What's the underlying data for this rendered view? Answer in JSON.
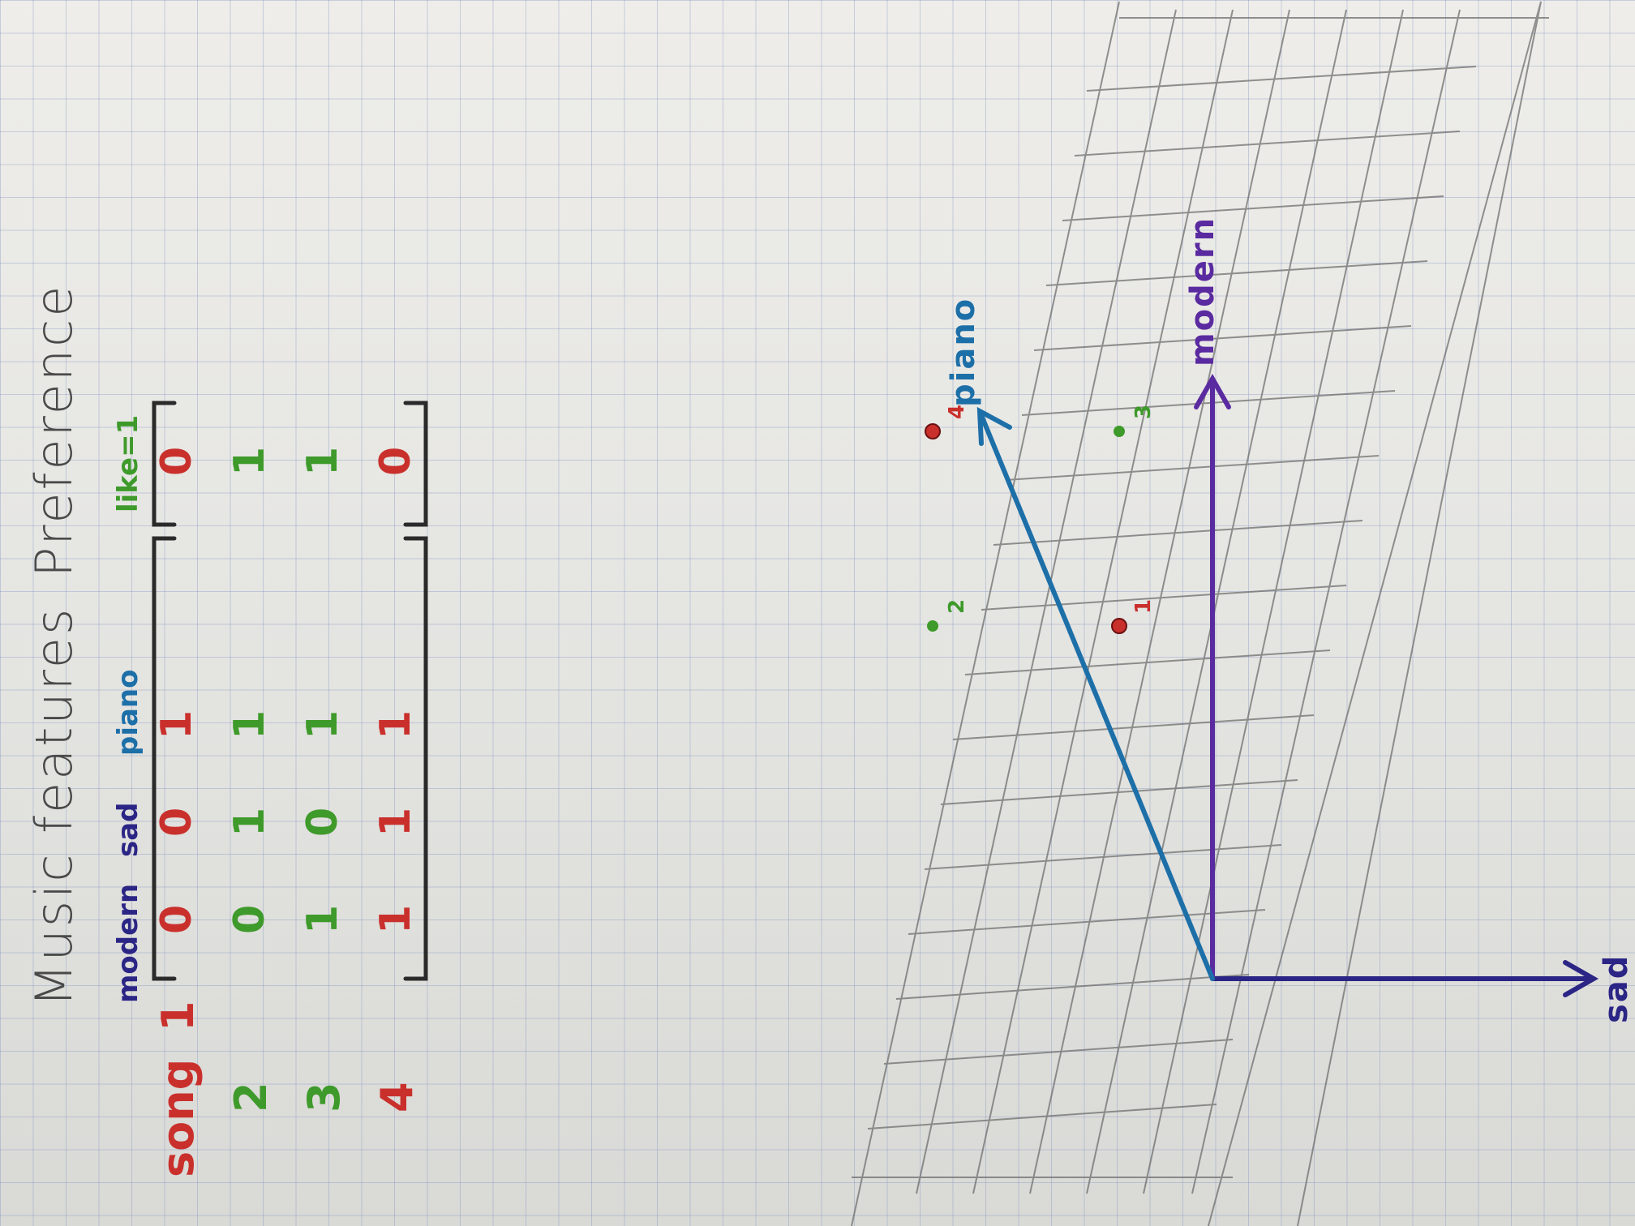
{
  "colors": {
    "red": "#c9302c",
    "green": "#3e9a2a",
    "indigo": "#2b2585",
    "blue": "#1d6fa8",
    "purple": "#5a2aa0",
    "pencil": "#5a5a5a"
  },
  "titles": {
    "features": "Music features",
    "preference": "Preference"
  },
  "columns": [
    "modern",
    "sad",
    "piano"
  ],
  "preference_header": "like=1",
  "song_label": "song",
  "rows": [
    {
      "label": "1",
      "features": [
        "0",
        "0",
        "1"
      ],
      "pref": "0"
    },
    {
      "label": "2",
      "features": [
        "0",
        "1",
        "1"
      ],
      "pref": "1"
    },
    {
      "label": "3",
      "features": [
        "1",
        "0",
        "1"
      ],
      "pref": "1"
    },
    {
      "label": "4",
      "features": [
        "1",
        "1",
        "1"
      ],
      "pref": "0"
    }
  ],
  "axes": {
    "sad": "sad",
    "modern": "modern",
    "piano": "piano"
  },
  "points": [
    "1",
    "2",
    "3",
    "4"
  ]
}
